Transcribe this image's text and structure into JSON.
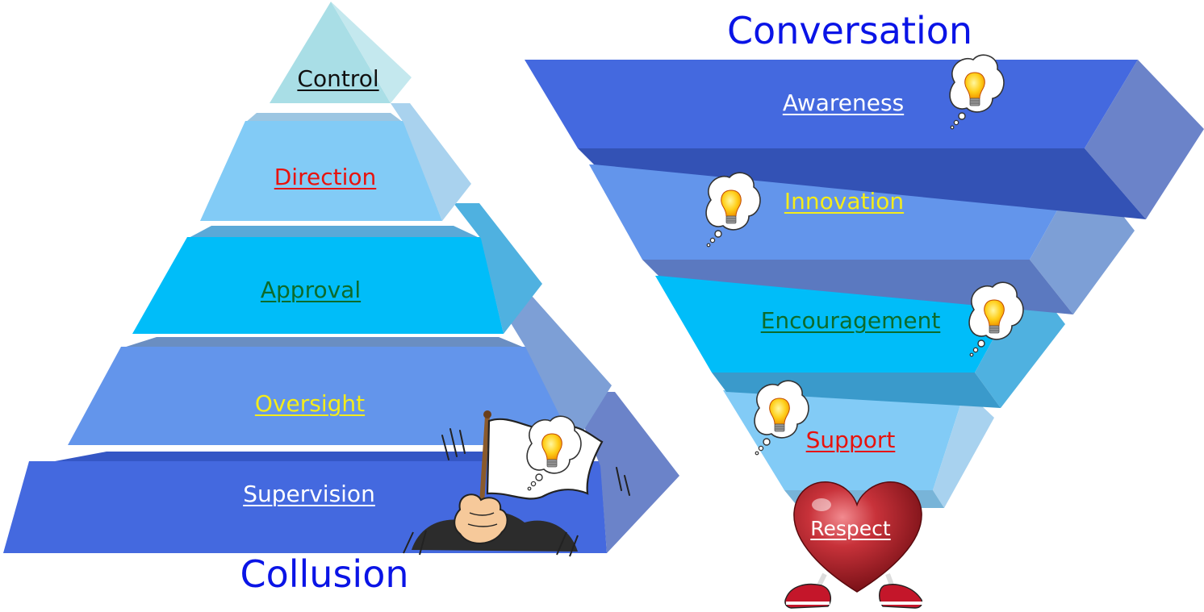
{
  "pyramid": {
    "caption": "Collusion",
    "levels": [
      {
        "label": "Control",
        "color": "#111111"
      },
      {
        "label": "Direction",
        "color": "#e8120c"
      },
      {
        "label": "Approval",
        "color": "#0c6b2c"
      },
      {
        "label": "Oversight",
        "color": "#f4ec1a"
      },
      {
        "label": "Supervision",
        "color": "#ffffff"
      }
    ]
  },
  "funnel": {
    "title": "Conversation",
    "levels": [
      {
        "label": "Awareness",
        "color": "#ffffff"
      },
      {
        "label": "Innovation",
        "color": "#f4ec1a"
      },
      {
        "label": "Encouragement",
        "color": "#0c6b2c"
      },
      {
        "label": "Support",
        "color": "#e8120c"
      }
    ],
    "base": {
      "label": "Respect",
      "color": "#ffffff"
    }
  },
  "palette": {
    "pyramid_tiers": [
      "#a9dee6",
      "#82cbf6",
      "#00bdf9",
      "#6395eb",
      "#4469df"
    ],
    "funnel_tiers": [
      "#4469df",
      "#6395eb",
      "#00bdf9",
      "#82cbf6"
    ],
    "heart": "#b8222a",
    "title_text": "#0a14e6"
  },
  "icons": [
    "lightbulb-thought-icon",
    "white-flag-icon",
    "heart-icon",
    "sneakers-icon"
  ]
}
